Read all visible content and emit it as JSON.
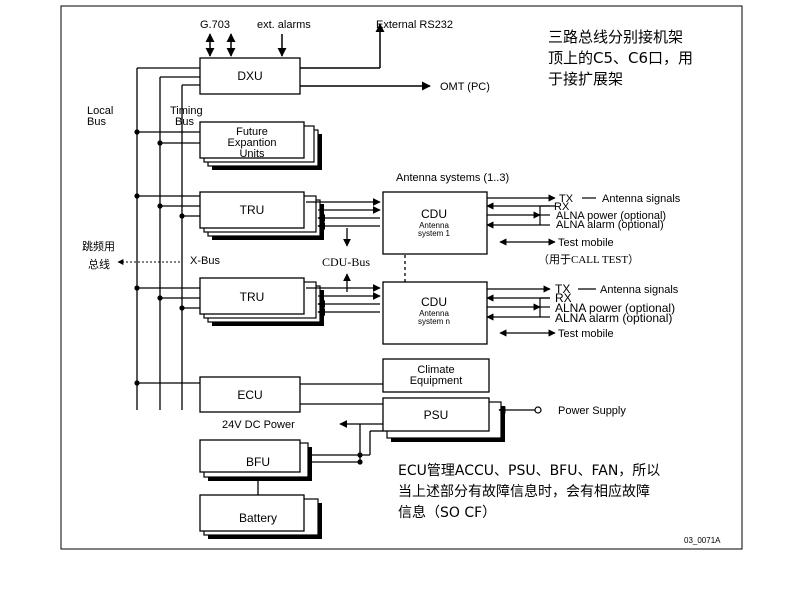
{
  "top_signals": {
    "g703": "G.703",
    "ext_alarms": "ext. alarms",
    "external_rs232": "External RS232",
    "omt": "OMT (PC)"
  },
  "bus_labels": {
    "local_bus": [
      "Local",
      "Bus"
    ],
    "timing_bus": [
      "Timing",
      "Bus"
    ],
    "x_bus": "X-Bus",
    "cdu_bus": "CDU-Bus",
    "hopping_bus": [
      "跳频用",
      "总线"
    ]
  },
  "units": {
    "dxu": "DXU",
    "future": [
      "Future",
      "Expantion",
      "Units"
    ],
    "tru1": "TRU",
    "tru2": "TRU",
    "ecu": "ECU",
    "climate": [
      "Climate",
      "Equipment"
    ],
    "psu": "PSU",
    "bfu": "BFU",
    "battery": "Battery"
  },
  "cdu": {
    "antenna_systems": "Antenna systems (1..3)",
    "cdu1": {
      "title": "CDU",
      "sub": [
        "Antenna",
        "system 1"
      ]
    },
    "cdun": {
      "title": "CDU",
      "sub": [
        "Antenna",
        "system n"
      ]
    }
  },
  "cdu_signals_1": {
    "tx": "TX",
    "rx": "RX",
    "antenna": "Antenna signals",
    "alna_power": "ALNA power (optional)",
    "alna_alarm": "ALNA alarm  (optional)",
    "test_mobile": "Test mobile"
  },
  "call_test_note": "（用于CALL   TEST）",
  "cdu_signals_n": {
    "tx": "TX",
    "rx": "RX",
    "antenna": "Antenna signals",
    "alna_power": "ALNA power (optional)",
    "alna_alarm": "ALNA alarm  (optional)",
    "test_mobile": "Test mobile"
  },
  "power": {
    "dc": "24V DC Power",
    "supply": "Power Supply"
  },
  "note_top": [
    "三路总线分别接机架",
    "顶上的C5、C6口，用",
    "于接扩展架"
  ],
  "note_bottom": [
    "ECU管理ACCU、PSU、BFU、FAN，所以",
    "当上述部分有故障信息时，会有相应故障",
    "信息（SO CF）"
  ],
  "figure_id": "03_0071A"
}
